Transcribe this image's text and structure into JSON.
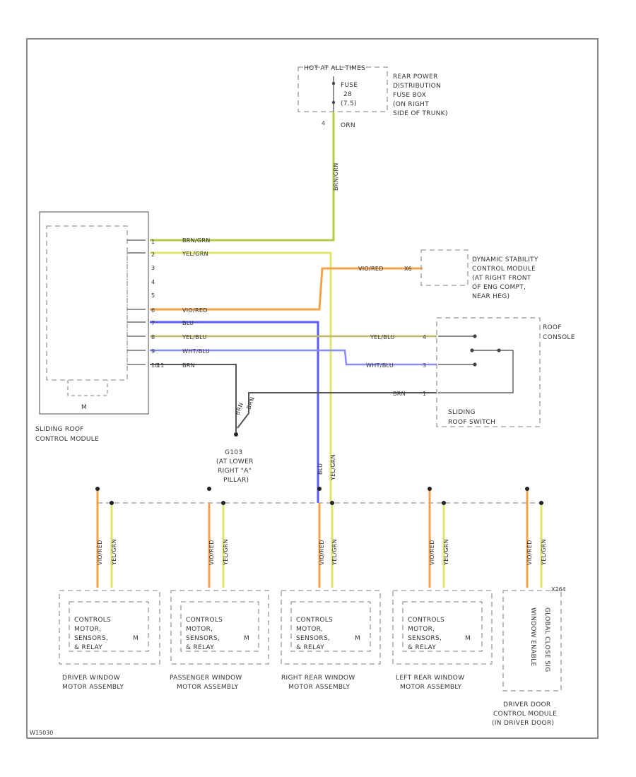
{
  "colors": {
    "border": "#666666",
    "brown_green": "#b5c84a",
    "yellow": "#dde86a",
    "violet_red": "#f2a24a",
    "blue": "#5a5aff",
    "yellow_blue": "#c0b86a",
    "white_blue": "#8a8aff",
    "brown": "#555555",
    "module": "#999999"
  },
  "hot_label": "HOT AT ALL TIMES",
  "fuse_box": {
    "fuse": [
      "FUSE",
      "28",
      "(7.5)"
    ],
    "desc": [
      "REAR POWER",
      "DISTRIBUTION",
      "FUSE BOX",
      "(ON RIGHT",
      "SIDE OF TRUNK)"
    ],
    "pin": "4",
    "wire_label": "ORN"
  },
  "feed_wire": "BRN/GRN",
  "sliding_roof": {
    "label": [
      "SLIDING ROOF",
      "CONTROL MODULE"
    ],
    "motor_symbol": "M",
    "pins": [
      "1",
      "2",
      "3",
      "4",
      "5",
      "6",
      "7",
      "8",
      "9",
      "10",
      "11"
    ],
    "wires": {
      "p1": "BRN/GRN",
      "p2": "YEL/GRN",
      "p6": "VIO/RED",
      "p7": "BLU",
      "p8": "YEL/BLU",
      "p9": "WHT/BLU",
      "p10": "BRN"
    }
  },
  "dsc": {
    "label": [
      "DYNAMIC STABILITY",
      "CONTROL MODULE",
      "(AT RIGHT FRONT",
      "OF ENG COMPT,",
      "NEAR HEG)"
    ],
    "wire": "VIO/RED",
    "pin": "X6"
  },
  "roof_console": {
    "label": [
      "ROOF",
      "CONSOLE"
    ],
    "switch_label": [
      "SLIDING",
      "ROOF SWITCH"
    ],
    "wires": [
      "YEL/BLU",
      "WHT/BLU",
      "BRN"
    ],
    "pins": [
      "4",
      "3",
      "1"
    ]
  },
  "ground": {
    "label": [
      "G103",
      "(AT LOWER",
      "RIGHT \"A\"",
      "PILLAR)"
    ],
    "wires": [
      "BRN",
      "BRN"
    ]
  },
  "trunk_wires": [
    "BLU",
    "YEL/GRN"
  ],
  "window_modules": [
    {
      "name": [
        "DRIVER WINDOW",
        "MOTOR ASSEMBLY"
      ],
      "inner": [
        "CONTROLS",
        "MOTOR,",
        "SENSORS,",
        "& RELAY"
      ],
      "motor_symbol": "M",
      "wires": [
        "VIO/RED",
        "YEL/GRN"
      ]
    },
    {
      "name": [
        "PASSENGER WINDOW",
        "MOTOR ASSEMBLY"
      ],
      "inner": [
        "CONTROLS",
        "MOTOR,",
        "SENSORS,",
        "& RELAY"
      ],
      "motor_symbol": "M",
      "wires": [
        "VIO/RED",
        "YEL/GRN"
      ]
    },
    {
      "name": [
        "RIGHT REAR WINDOW",
        "MOTOR ASSEMBLY"
      ],
      "inner": [
        "CONTROLS",
        "MOTOR,",
        "SENSORS,",
        "& RELAY"
      ],
      "motor_symbol": "M",
      "wires": [
        "VIO/RED",
        "YEL/GRN"
      ]
    },
    {
      "name": [
        "LEFT REAR WINDOW",
        "MOTOR ASSEMBLY"
      ],
      "inner": [
        "CONTROLS",
        "MOTOR,",
        "SENSORS,",
        "& RELAY"
      ],
      "motor_symbol": "M",
      "wires": [
        "VIO/RED",
        "YEL/GRN"
      ]
    }
  ],
  "door_module": {
    "name": [
      "DRIVER DOOR",
      "CONTROL MODULE",
      "(IN DRIVER DOOR)"
    ],
    "inner": [
      "WINDOW ENABLE",
      "GLOBAL CLOSE SIG"
    ],
    "wires": [
      "VIO/RED",
      "YEL/GRN"
    ],
    "pin": "X264"
  },
  "footer_code": "W15030"
}
